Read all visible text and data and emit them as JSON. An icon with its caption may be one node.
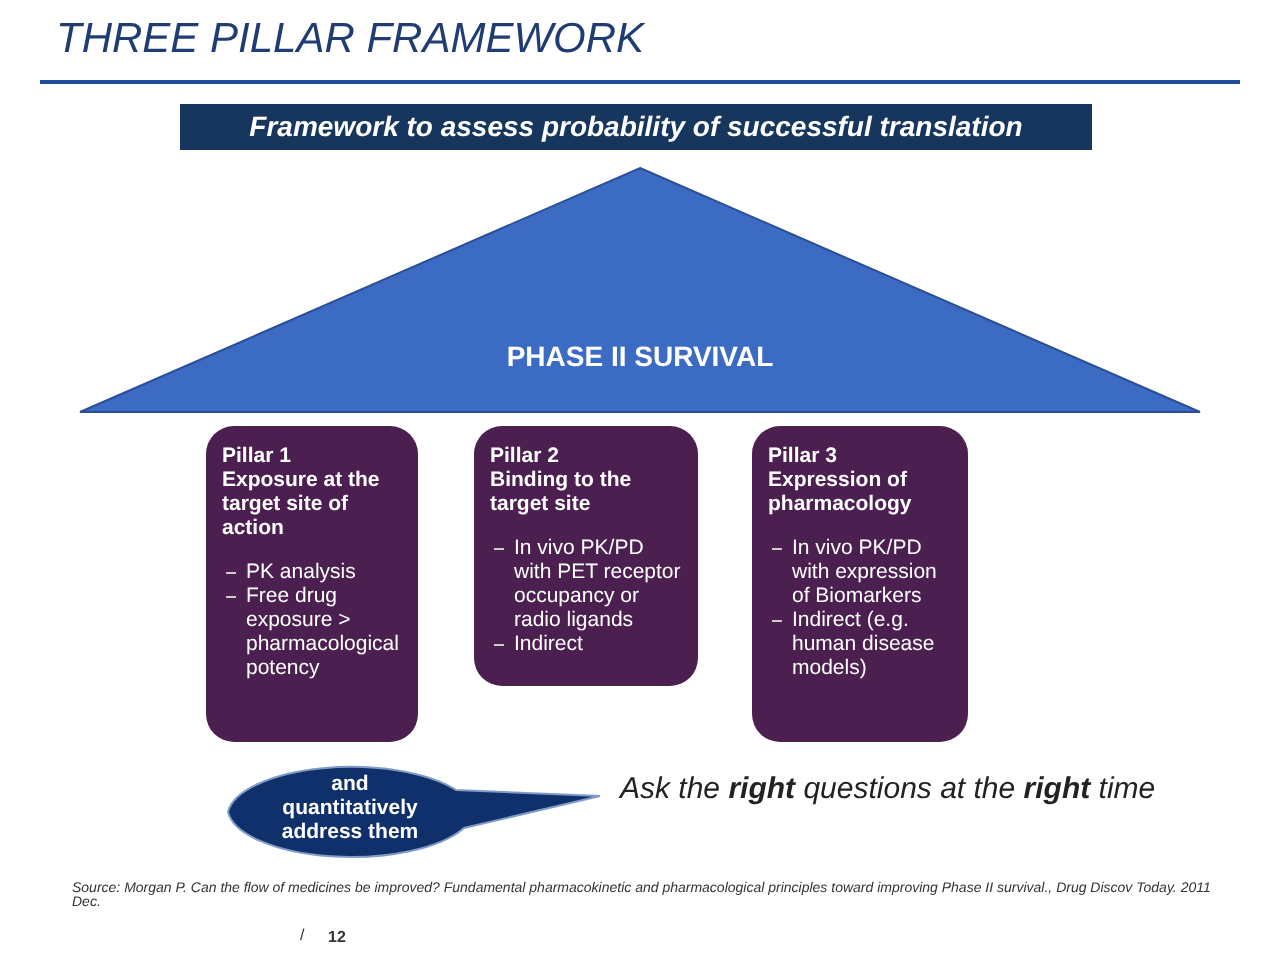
{
  "diagram": {
    "title": "THREE PILLAR FRAMEWORK",
    "nodes": [
      {
        "text": [
          "PHASE II SURVIVAL"
        ]
      },
      {
        "text": [
          "Pillar 1",
          "Exposure at the target site of action",
          "PK analysis",
          "Free drug exposure > pharmacological potency"
        ]
      },
      {
        "text": [
          "Pillar 2",
          "Binding to the target site",
          "In vivo PK/PD with PET receptor occupancy or radio ligands",
          "Indirect"
        ]
      },
      {
        "text": [
          "Pillar 3",
          "Expression of pharmacology",
          "In vivo PK/PD with expression of Biomarkers",
          "Indirect (e.g. human disease models)"
        ]
      },
      {
        "text": [
          "and quantitatively address them"
        ]
      }
    ],
    "edges": [],
    "labels": [
      "Framework to assess probability of successful translation",
      "Ask the **right** questions at the **right** time",
      "Source: Morgan P. Can the flow of medicines be improved? Fundamental pharmacokinetic and pharmacological principles toward improving Phase II survival., Drug Discov Today. 2011 Dec.",
      "/",
      "12"
    ]
  }
}
